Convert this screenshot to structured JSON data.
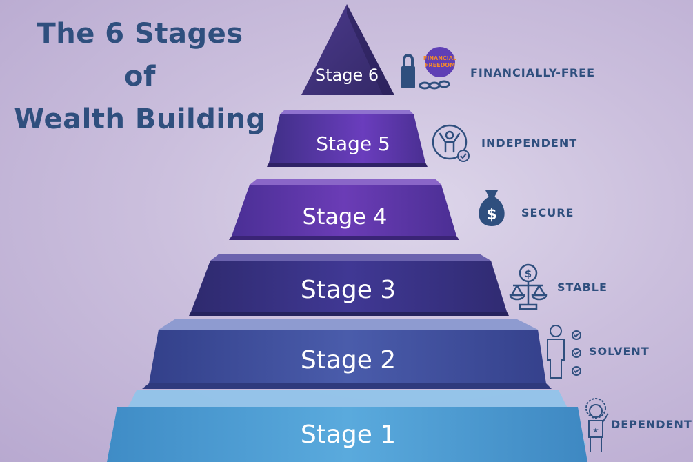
{
  "title": {
    "line1": "The 6 Stages",
    "line2": "of",
    "line3": "Wealth Building"
  },
  "stages": [
    {
      "label": "Stage 6",
      "description": "FINANCIALLY-FREE",
      "icon": "broken-chain-icon",
      "badge": "FINANCIAL FREEDOM"
    },
    {
      "label": "Stage 5",
      "description": "INDEPENDENT",
      "icon": "celebrating-person-icon"
    },
    {
      "label": "Stage 4",
      "description": "SECURE",
      "icon": "money-bag-icon"
    },
    {
      "label": "Stage 3",
      "description": "STABLE",
      "icon": "balance-scale-icon"
    },
    {
      "label": "Stage 2",
      "description": "SOLVENT",
      "icon": "person-checklist-icon"
    },
    {
      "label": "Stage 1",
      "description": "DEPENDENT",
      "icon": "child-icon"
    }
  ],
  "colors": {
    "title": "#2f4f7e",
    "stage6": "#3d2f78",
    "stage5": "#5a35a8",
    "stage4": "#5e35a6",
    "stage3": "#3a3585",
    "stage2": "#3e4f9a",
    "stage1": "#4a9ad2"
  }
}
